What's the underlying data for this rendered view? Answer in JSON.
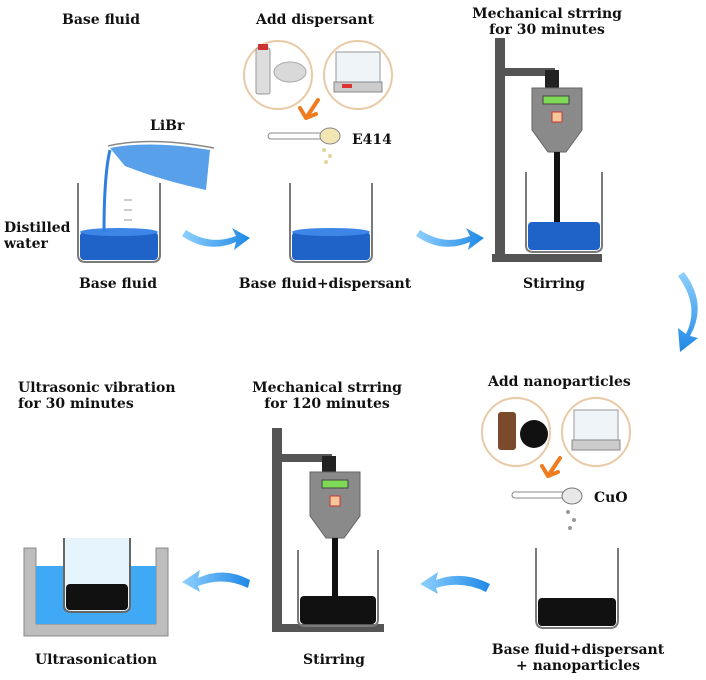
{
  "steps": {
    "base_fluid_title": "Base fluid",
    "add_dispersant_title": "Add dispersant",
    "mech_30_line1": "Mechanical strring",
    "mech_30_line2": "for 30 minutes",
    "libr_label": "LiBr",
    "e414_label": "E414",
    "distilled_line1": "Distilled",
    "distilled_line2": "water",
    "base_fluid_caption": "Base fluid",
    "base_plus_dispersant_caption": "Base fluid+dispersant",
    "stirring_top_caption": "Stirring",
    "ultrasonic_line1": "Ultrasonic vibration",
    "ultrasonic_line2": "for 30 minutes",
    "mech_120_line1": "Mechanical strring",
    "mech_120_line2": "for 120 minutes",
    "add_nano_title": "Add nanoparticles",
    "cuo_label": "CuO",
    "ultrasonication_caption": "Ultrasonication",
    "stirring_bottom_caption": "Stirring",
    "final_line1": "Base fluid+dispersant",
    "final_line2": "+ nanoparticles"
  },
  "colors": {
    "blue_fluid": "#1f63c9",
    "light_blue": "#3fa9f5",
    "black_fluid": "#111111",
    "stand_gray": "#555555",
    "stirrer_gray": "#8a8a8a",
    "display_green": "#7ed957",
    "ultrasonic_bath": "#bdbdbd",
    "arrow_blue": "#2f9be8",
    "orange_arrow": "#f07c20"
  }
}
